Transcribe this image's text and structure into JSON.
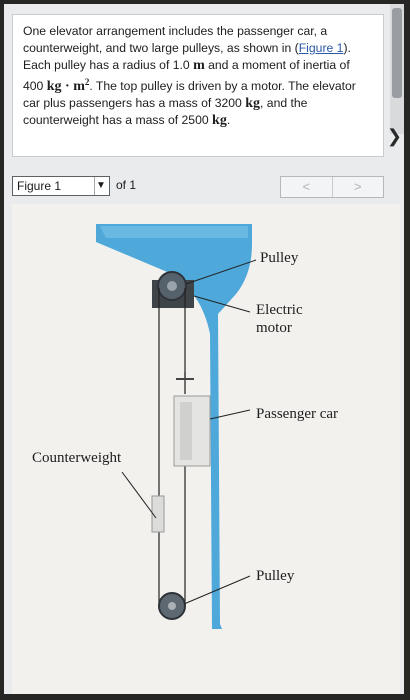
{
  "problem": {
    "intro": "One elevator arrangement includes the passenger car, a counterweight, and two large pulleys, as shown in (",
    "figure_link": "Figure 1",
    "text_after_link": "). Each pulley has a radius of 1.0",
    "unit_m": "m",
    "text_and_a": "and a moment of inertia of 400",
    "unit_kgm2": "kg · m",
    "exp_2": "2",
    "text_motor": ". The top pulley is driven by a motor. The elevator car plus passengers has a mass of 3200",
    "unit_kg1": "kg",
    "text_cw": ", and the counterweight has a mass of 2500",
    "unit_kg2": "kg",
    "period": "."
  },
  "figure_toolbar": {
    "select_value": "Figure 1",
    "of_label": "of 1",
    "prev_icon": "<",
    "next_icon": ">"
  },
  "figure": {
    "labels": {
      "pulley_top": "Pulley",
      "motor_line1": "Electric",
      "motor_line2": "motor",
      "passenger_car": "Passenger car",
      "counterweight": "Counterweight",
      "pulley_bottom": "Pulley"
    }
  },
  "colors": {
    "shaft_blue": "#4ea8da",
    "link_blue": "#2a58a8"
  }
}
